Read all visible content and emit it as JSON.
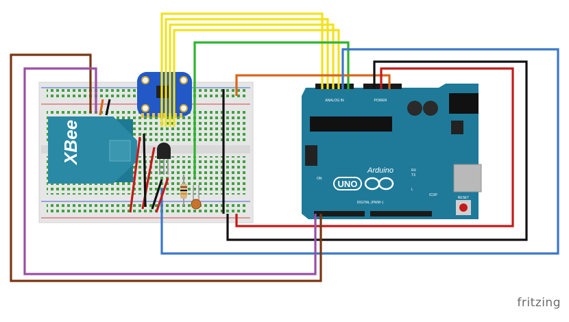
{
  "xbee": {
    "brand": "XBee"
  },
  "arduino": {
    "name": "Arduino",
    "model": "UNO",
    "analog_in": "ANALOG IN",
    "power": "POWER",
    "digital": "DIGITAL (PWM~)",
    "reset_label": "RESET",
    "icsp_label": "ICSP",
    "led_on": "ON",
    "led_tx": "TX",
    "led_rx": "RX",
    "led_l": "L",
    "board_color": "#1f7a99"
  },
  "watermark": "fritzing",
  "wire_colors": {
    "red": "#c41a1a",
    "black": "#111111",
    "yellow": "#f2e21e",
    "green": "#2db52d",
    "orange": "#d9661c",
    "blue": "#3a78c9",
    "purple": "#9b4fa6",
    "brown": "#7a3512"
  }
}
